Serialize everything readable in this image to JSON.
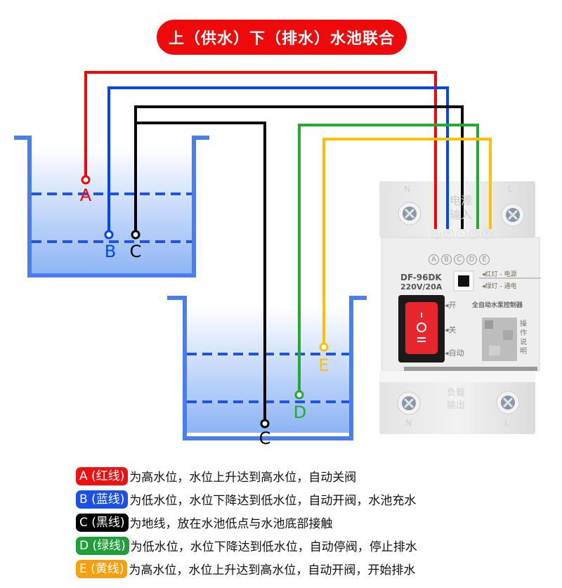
{
  "title": "上（供水）下（排水）水池联合",
  "wires": [
    {
      "id": "A",
      "color": "#ff0000"
    },
    {
      "id": "B",
      "color": "#0044ff"
    },
    {
      "id": "C",
      "color": "#000000"
    },
    {
      "id": "D",
      "color": "#22aa33"
    },
    {
      "id": "E",
      "color": "#ffc000"
    }
  ],
  "tank_color": "#4a7df0",
  "upper_tank": {
    "probes": [
      "A",
      "B",
      "C"
    ]
  },
  "lower_tank": {
    "probes": [
      "C",
      "D",
      "E"
    ]
  },
  "device": {
    "top_terminal_left": "N",
    "top_terminal_right": "L",
    "input_label_line1": "电源",
    "input_label_line2": "输入",
    "terminal_letters": [
      "A",
      "B",
      "C",
      "D",
      "E"
    ],
    "model": "DF-96DK",
    "rating": "220V/20A",
    "indicator_red": "◂红灯 - 电源",
    "indicator_green": "◂绿灯 - 通电",
    "product_name": "全自动水泵控制器",
    "switch_on": "◂开",
    "switch_off": "◂关",
    "switch_auto": "◂自动",
    "manual_label": [
      "操",
      "作",
      "说",
      "明"
    ],
    "output_label_line1": "负载",
    "output_label_line2": "输出",
    "bottom_terminal_left": "N",
    "bottom_terminal_right": "L"
  },
  "legend": [
    {
      "badge": "A (红线)",
      "color": "#ee1111",
      "text": "为高水位，水位上升达到高水位，自动关阀"
    },
    {
      "badge": "B (蓝线)",
      "color": "#1a4fe8",
      "text": "为低水位，水位下降达到低水位，自动开阀，水池充水"
    },
    {
      "badge": "C (黑线)",
      "color": "#000000",
      "text": "为地线，放在水池低点与水池底部接触"
    },
    {
      "badge": "D (绿线)",
      "color": "#1f9e3a",
      "text": "为低水位，水位下降达到低水位，自动停阀，停止排水"
    },
    {
      "badge": "E (黄线)",
      "color": "#f5a00c",
      "text": "为高水位，水位上升达到高水位，自动开阀，开始排水"
    }
  ]
}
